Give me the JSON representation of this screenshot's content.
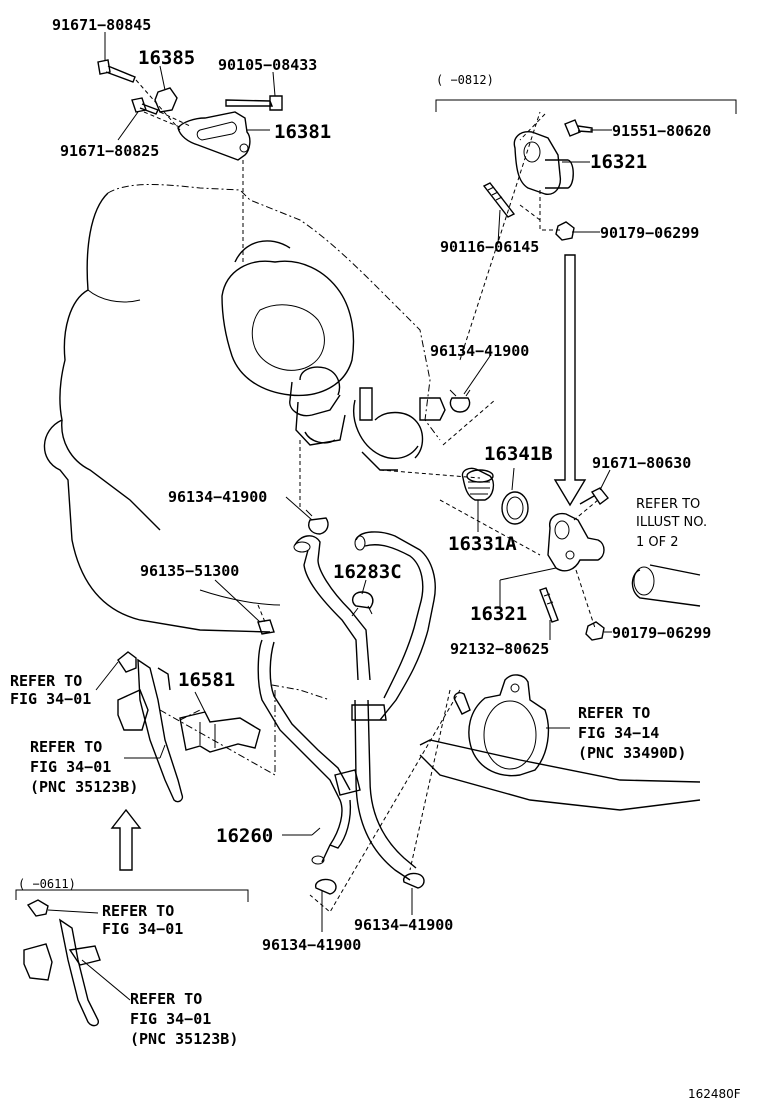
{
  "labels": {
    "p91671_80845": "91671−80845",
    "p16385": "16385",
    "p90105_08433": "90105−08433",
    "p91671_80825": "91671−80825",
    "p16381": "16381",
    "range_0812": "(      −0812)",
    "p91551_80620": "91551−80620",
    "p16321_top": "16321",
    "p90179_06299_top": "90179−06299",
    "p90116_06145": "90116−06145",
    "p96134_41900_a": "96134−41900",
    "p16341B": "16341B",
    "p91671_80630": "91671−80630",
    "p96134_41900_b": "96134−41900",
    "p16331A": "16331A",
    "refer_illust_1": "REFER TO",
    "refer_illust_2": "ILLUST NO.",
    "refer_illust_3": "1 OF 2",
    "p96135_51300": "96135−51300",
    "p16283C": "16283C",
    "p16321_bottom": "16321",
    "p92132_80625": "92132−80625",
    "p90179_06299_bottom": "90179−06299",
    "refer_fig_34_01_a_1": "REFER TO",
    "refer_fig_34_01_a_2": "FIG 34−01",
    "p16581": "16581",
    "refer_fig_34_14_1": "REFER TO",
    "refer_fig_34_14_2": "FIG 34−14",
    "refer_fig_34_14_3": "(PNC 33490D)",
    "refer_fig_34_01_b_1": "REFER TO",
    "refer_fig_34_01_b_2": "FIG 34−01",
    "refer_fig_34_01_b_3": "(PNC 35123B)",
    "p16260": "16260",
    "range_0611": "(      −0611)",
    "refer_fig_34_01_c_1": "REFER TO",
    "refer_fig_34_01_c_2": "FIG 34−01",
    "p96134_41900_c": "96134−41900",
    "p96134_41900_d": "96134−41900",
    "refer_fig_34_01_d_1": "REFER TO",
    "refer_fig_34_01_d_2": "FIG 34−01",
    "refer_fig_34_01_d_3": "(PNC 35123B)",
    "figure_number": "162480F"
  }
}
